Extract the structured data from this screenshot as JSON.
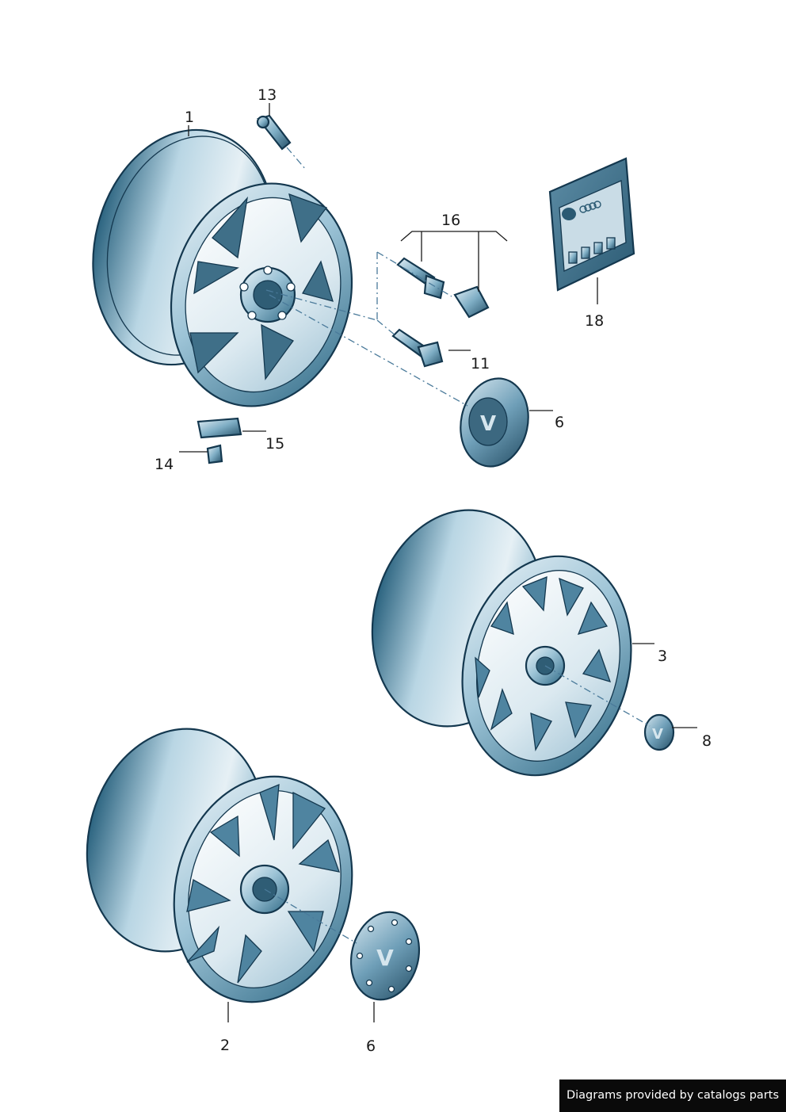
{
  "callouts": {
    "c1": "1",
    "c2": "2",
    "c3": "3",
    "c6a": "6",
    "c6b": "6",
    "c8": "8",
    "c11": "11",
    "c13": "13",
    "c14": "14",
    "c15": "15",
    "c16": "16",
    "c18": "18"
  },
  "footer": {
    "text": "Diagrams provided by catalogs parts"
  },
  "colors": {
    "outline": "#14384f",
    "rim_dark": "#3d7592",
    "rim_mid": "#8db7cc",
    "rim_light": "#e8f1f6"
  },
  "icons": {
    "emblem": "vw-logo-icon",
    "brand_rings": "four-rings-icon"
  }
}
